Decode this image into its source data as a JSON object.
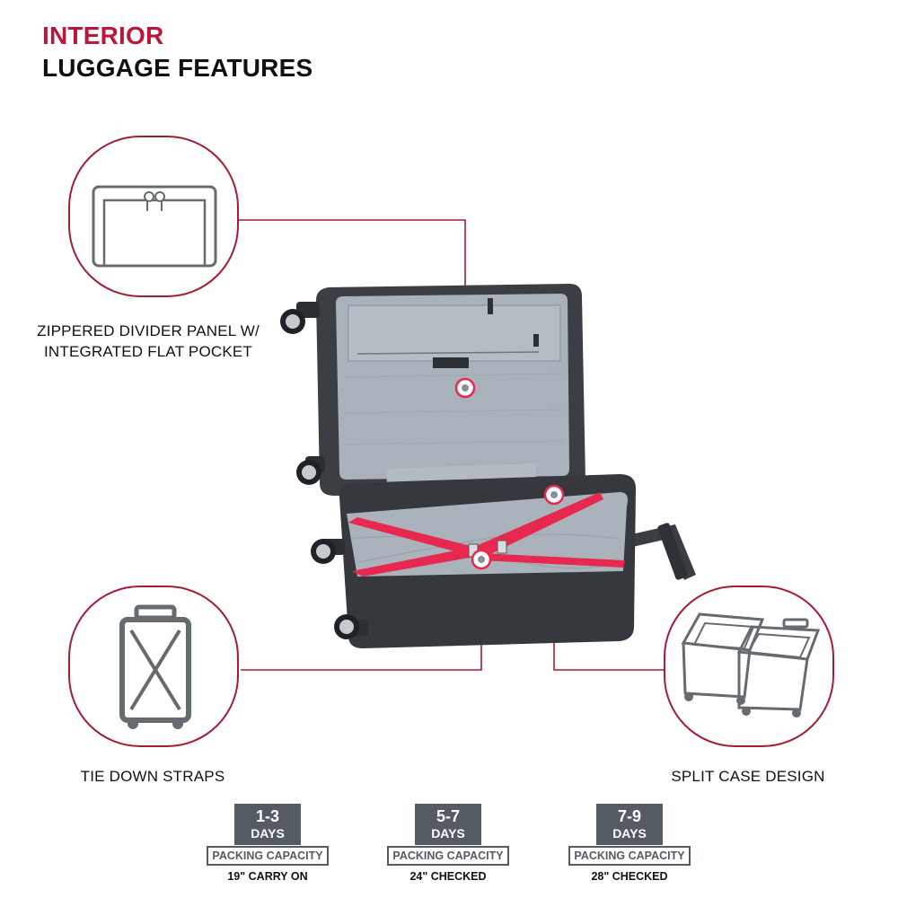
{
  "header": {
    "title_line1": "INTERIOR",
    "title_line2": "LUGGAGE FEATURES"
  },
  "features": [
    {
      "label": "ZIPPERED DIVIDER PANEL W/ INTEGRATED FLAT POCKET",
      "icon": "divider-panel-icon"
    },
    {
      "label": "TIE DOWN STRAPS",
      "icon": "tie-down-straps-icon"
    },
    {
      "label": "SPLIT CASE DESIGN",
      "icon": "split-case-icon"
    }
  ],
  "capacity": [
    {
      "days": "1-3",
      "unit": "DAYS",
      "label": "PACKING CAPACITY",
      "size": "19\" CARRY ON"
    },
    {
      "days": "5-7",
      "unit": "DAYS",
      "label": "PACKING CAPACITY",
      "size": "24\" CHECKED"
    },
    {
      "days": "7-9",
      "unit": "DAYS",
      "label": "PACKING CAPACITY",
      "size": "28\" CHECKED"
    }
  ],
  "colors": {
    "accent_red": "#b8183a",
    "callout_border": "#a31d33",
    "strap_red": "#e8294f",
    "badge_gray": "#555b63",
    "lining_gray": "#a9b2ba"
  }
}
